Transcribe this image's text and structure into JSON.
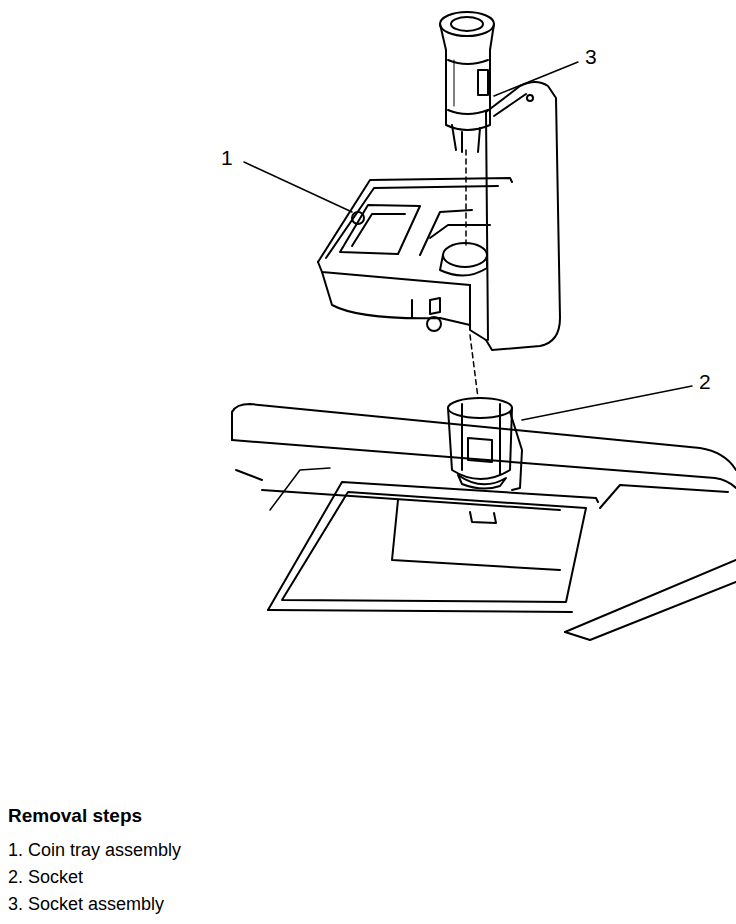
{
  "diagram": {
    "labels": [
      "3",
      "1",
      "2",
      "Removal steps",
      "1. Coin tray assembly",
      "2. Socket",
      "3. Socket assembly"
    ]
  }
}
